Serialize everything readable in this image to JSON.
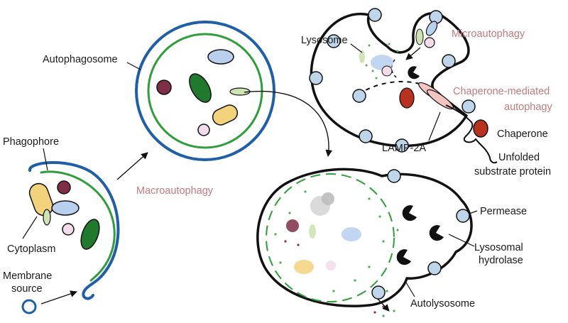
{
  "labels": {
    "autophagosome": "Autophagosome",
    "phagophore": "Phagophore",
    "cytoplasm": "Cytoplasm",
    "membrane_source_1": "Membrane",
    "membrane_source_2": "source",
    "macroautophagy": "Macroautophagy",
    "lysosome": "Lysosome",
    "microautophagy": "Microautophagy",
    "cma_1": "Chaperone-mediated",
    "cma_2": "autophagy",
    "chaperone": "Chaperone",
    "lamp2a": "LAMP-2A",
    "unfolded_1": "Unfolded",
    "unfolded_2": "substrate protein",
    "permease": "Permease",
    "hydrolase_1": "Lysosomal",
    "hydrolase_2": "hydrolase",
    "autolysosome": "Autolysosome"
  },
  "colors": {
    "outer_membrane": "#1f5fa8",
    "inner_membrane": "#2e9e3a",
    "pathway_label": "#c4797f",
    "permease": "#bfd6ea",
    "chaperone": "#b8321f"
  }
}
